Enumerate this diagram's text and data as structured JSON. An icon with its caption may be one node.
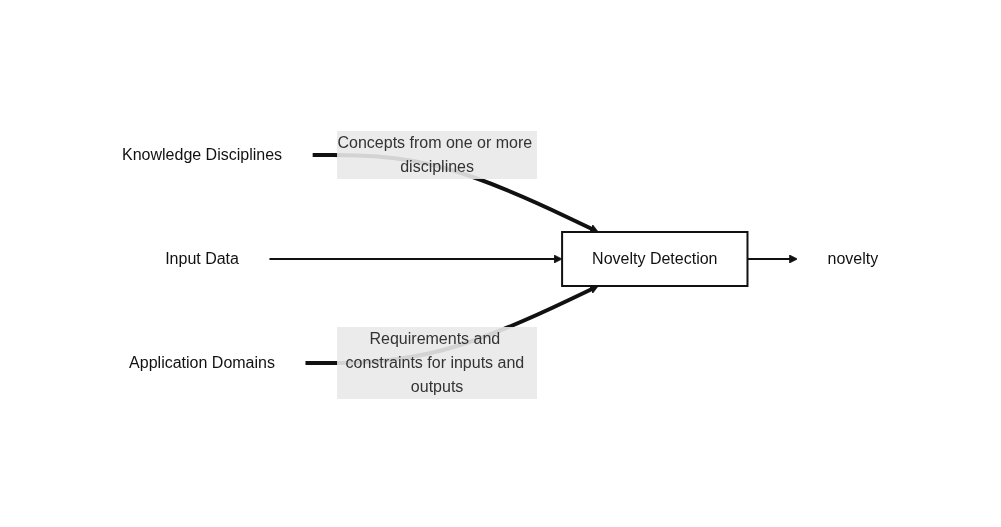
{
  "diagram": {
    "nodes": [
      {
        "text": [
          "Knowledge Disciplines"
        ]
      },
      {
        "text": [
          "Input Data"
        ]
      },
      {
        "text": [
          "Novelty Detection"
        ]
      },
      {
        "text": [
          "novelty"
        ]
      },
      {
        "text": [
          "Application Domains"
        ]
      }
    ],
    "edges": [
      {
        "from": 0,
        "to": 2,
        "arrow": "to",
        "label": "Concepts from one or more disciplines",
        "style": "thick"
      },
      {
        "from": 1,
        "to": 2,
        "arrow": "to"
      },
      {
        "from": 2,
        "to": 3,
        "arrow": "to"
      },
      {
        "from": 4,
        "to": 2,
        "arrow": "to",
        "label": "Requirements and constraints for inputs and outputs",
        "style": "thick"
      }
    ]
  }
}
